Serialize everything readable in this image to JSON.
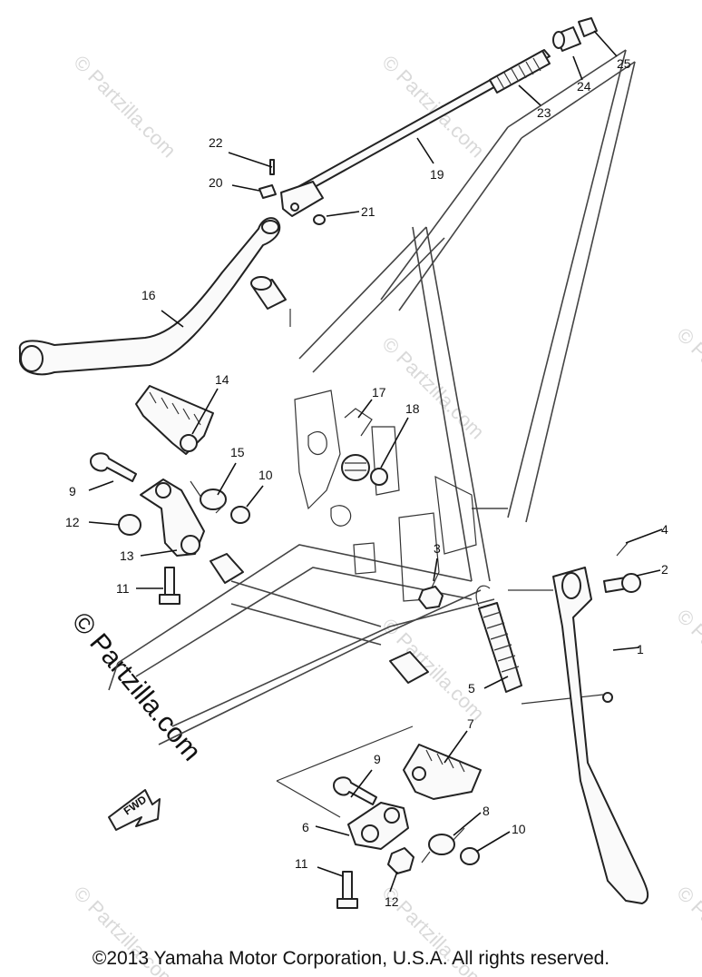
{
  "watermark": {
    "text": "© Partzilla.com"
  },
  "fwd_label": "FWD",
  "callouts": {
    "c1": "1",
    "c2": "2",
    "c3": "3",
    "c4": "4",
    "c5": "5",
    "c6": "6",
    "c7": "7",
    "c8": "8",
    "c9a": "9",
    "c9b": "9",
    "c10a": "10",
    "c10b": "10",
    "c11a": "11",
    "c11b": "11",
    "c12a": "12",
    "c12b": "12",
    "c13": "13",
    "c14": "14",
    "c15": "15",
    "c16": "16",
    "c17": "17",
    "c18": "18",
    "c19": "19",
    "c20": "20",
    "c21": "21",
    "c22": "22",
    "c23": "23",
    "c24": "24",
    "c25": "25"
  },
  "copyright": "©2013  Yamaha Motor Corporation, U.S.A. All rights reserved."
}
